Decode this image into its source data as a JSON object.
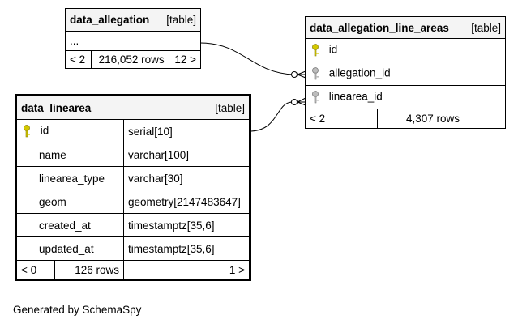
{
  "tables": {
    "data_allegation": {
      "name": "data_allegation",
      "type_label": "[table]",
      "placeholder": "...",
      "foot_left": "< 2",
      "foot_mid": "216,052 rows",
      "foot_right": "12 >"
    },
    "data_allegation_line_areas": {
      "name": "data_allegation_line_areas",
      "type_label": "[table]",
      "columns": [
        {
          "name": "id",
          "key": "primary-key-icon"
        },
        {
          "name": "allegation_id",
          "key": "foreign-key-icon"
        },
        {
          "name": "linearea_id",
          "key": "foreign-key-icon"
        }
      ],
      "foot_left": "< 2",
      "foot_mid": "4,307 rows",
      "foot_right": ""
    },
    "data_linearea": {
      "name": "data_linearea",
      "type_label": "[table]",
      "columns": [
        {
          "name": "id",
          "type": "serial[10]",
          "key": "primary-key-icon"
        },
        {
          "name": "name",
          "type": "varchar[100]"
        },
        {
          "name": "linearea_type",
          "type": "varchar[30]"
        },
        {
          "name": "geom",
          "type": "geometry[2147483647]"
        },
        {
          "name": "created_at",
          "type": "timestamptz[35,6]"
        },
        {
          "name": "updated_at",
          "type": "timestamptz[35,6]"
        }
      ],
      "foot_left": "< 0",
      "foot_mid": "126 rows",
      "foot_right": "1 >"
    }
  },
  "colors": {
    "primary_key": "#d4c800",
    "foreign_key": "#a0a0a0",
    "header_bg": "#f4f4f4"
  },
  "footer": "Generated by SchemaSpy"
}
